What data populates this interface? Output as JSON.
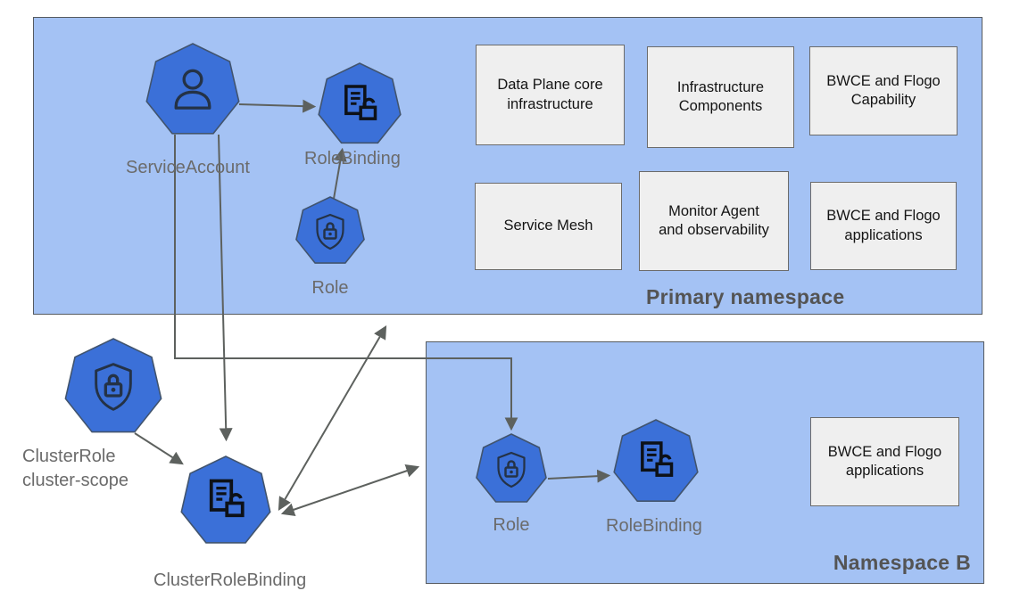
{
  "colors": {
    "namespace_fill": "#a4c2f4",
    "namespace_border": "#555a60",
    "node_fill": "#3b70d8",
    "node_border": "#41546e",
    "icon_stroke": "#243246",
    "doc_icon_stroke": "#0d1117",
    "arrow": "#5d615e",
    "box_fill": "#efefef",
    "box_border": "#6b6b6b",
    "label_gray": "#6b6b6b",
    "title_gray": "#545454",
    "box_text": "#141414"
  },
  "primary_namespace": {
    "title": "Primary namespace",
    "boxes": [
      "Data Plane core\ninfrastructure",
      "Infrastructure\nComponents",
      "BWCE and Flogo\nCapability",
      "Service Mesh",
      "Monitor Agent\nand observability",
      "BWCE and Flogo\napplications"
    ]
  },
  "namespace_b": {
    "title": "Namespace B",
    "boxes": [
      "BWCE and Flogo\napplications"
    ]
  },
  "nodes": {
    "service_account": "ServiceAccount",
    "role_binding_primary": "RoleBinding",
    "role_primary": "Role",
    "cluster_role": "ClusterRole\ncluster-scope",
    "cluster_role_binding": "ClusterRoleBinding",
    "role_namespace_b": "Role",
    "role_binding_namespace_b": "RoleBinding"
  }
}
